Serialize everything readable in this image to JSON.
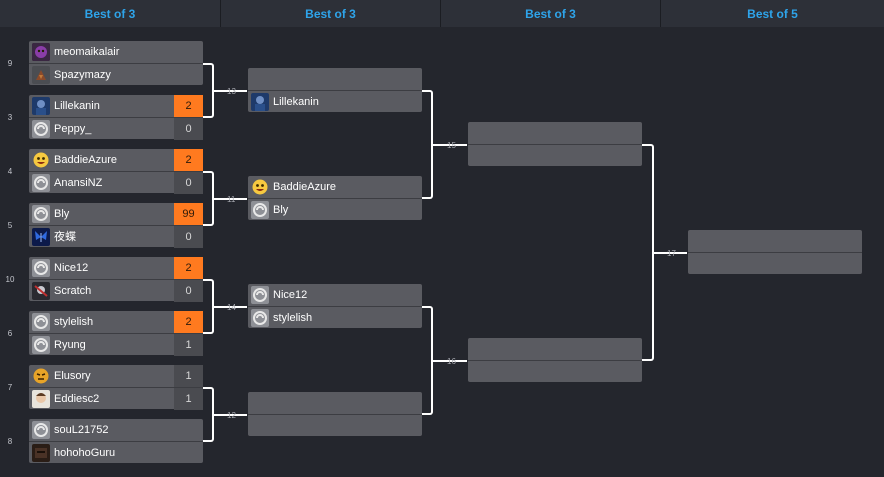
{
  "rounds": [
    {
      "label": "Best of 3"
    },
    {
      "label": "Best of 3"
    },
    {
      "label": "Best of 3"
    },
    {
      "label": "Best of 5"
    }
  ],
  "seeds": {
    "s9": "9",
    "s3": "3",
    "s4": "4",
    "s5": "5",
    "s10": "10",
    "s6": "6",
    "s7": "7",
    "s8": "8"
  },
  "matches": {
    "m13": "13",
    "m11": "11",
    "m14": "14",
    "m12": "12",
    "m15": "15",
    "m16": "16",
    "m17": "17"
  },
  "round1": [
    {
      "top": {
        "name": "meomaikalair",
        "icon": "purple-creature-avatar",
        "score": ""
      },
      "bottom": {
        "name": "Spazymazy",
        "icon": "fox-avatar",
        "score": ""
      }
    },
    {
      "top": {
        "name": "Lillekanin",
        "icon": "character-portrait-avatar",
        "score": "2"
      },
      "bottom": {
        "name": "Peppy_",
        "icon": "default-avatar",
        "score": "0"
      }
    },
    {
      "top": {
        "name": "BaddieAzure",
        "icon": "emoji-avatar",
        "score": "2"
      },
      "bottom": {
        "name": "AnansiNZ",
        "icon": "default-avatar",
        "score": "0"
      }
    },
    {
      "top": {
        "name": "Bly",
        "icon": "default-avatar",
        "score": "99"
      },
      "bottom": {
        "name": "夜蝶",
        "icon": "blue-butterfly-avatar",
        "score": "0"
      }
    },
    {
      "top": {
        "name": "Nice12",
        "icon": "default-avatar",
        "score": "2"
      },
      "bottom": {
        "name": "Scratch",
        "icon": "character-portrait-avatar",
        "score": "0"
      }
    },
    {
      "top": {
        "name": "stylelish",
        "icon": "default-avatar",
        "score": "2"
      },
      "bottom": {
        "name": "Ryung",
        "icon": "default-avatar",
        "score": "1"
      }
    },
    {
      "top": {
        "name": "Elusory",
        "icon": "emoji-avatar",
        "score": "1"
      },
      "bottom": {
        "name": "Eddiesc2",
        "icon": "face-avatar",
        "score": "1"
      }
    },
    {
      "top": {
        "name": "souL21752",
        "icon": "default-avatar",
        "score": ""
      },
      "bottom": {
        "name": "hohohoGuru",
        "icon": "dark-portrait-avatar",
        "score": ""
      }
    }
  ],
  "round2": [
    {
      "top": {
        "name": ""
      },
      "bottom": {
        "name": "Lillekanin",
        "icon": "character-portrait-avatar"
      }
    },
    {
      "top": {
        "name": "BaddieAzure",
        "icon": "emoji-avatar"
      },
      "bottom": {
        "name": "Bly",
        "icon": "default-avatar"
      }
    },
    {
      "top": {
        "name": "Nice12",
        "icon": "default-avatar"
      },
      "bottom": {
        "name": "stylelish",
        "icon": "default-avatar"
      }
    },
    {
      "top": {
        "name": ""
      },
      "bottom": {
        "name": ""
      }
    }
  ],
  "colors": {
    "background": "#24262d",
    "header_text": "#2ea4ea",
    "winner_score": "#ff7a1f",
    "slot": "#5a5b61"
  }
}
